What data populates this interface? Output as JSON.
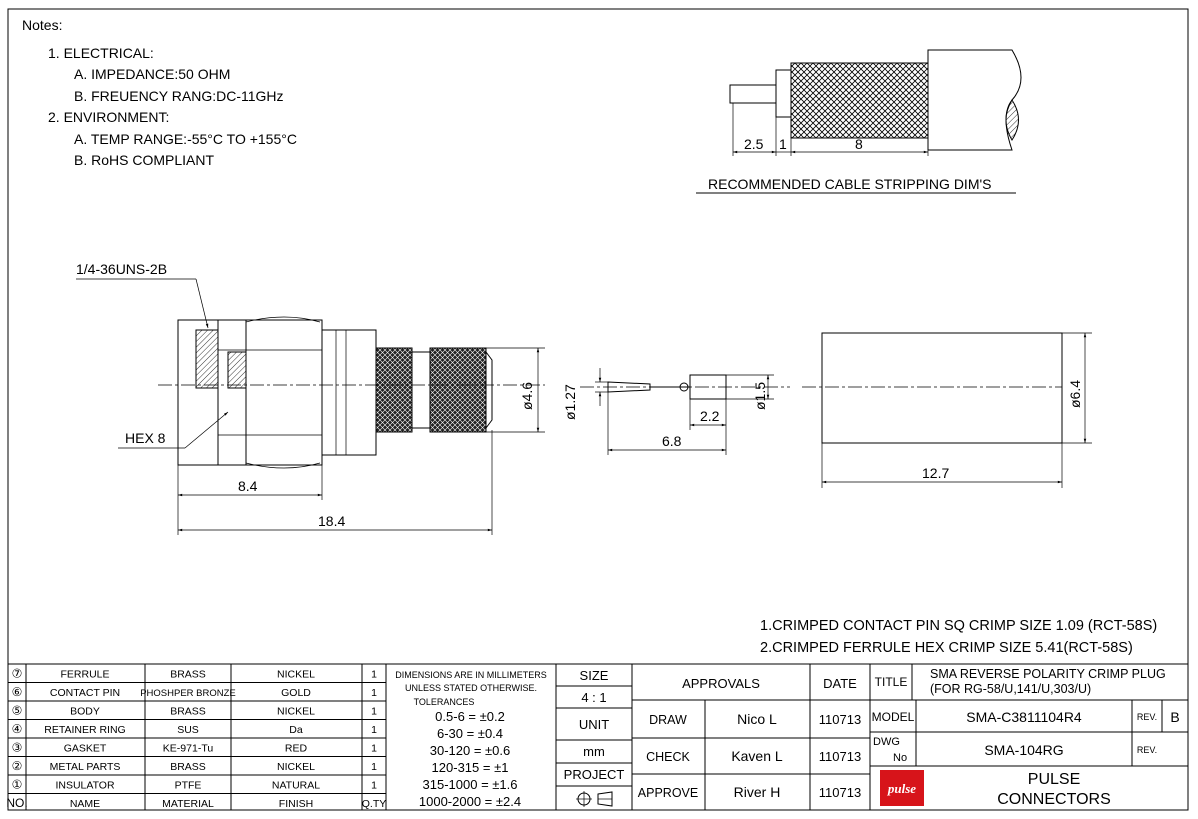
{
  "notes": {
    "heading": "Notes:",
    "lines": [
      "1. ELECTRICAL:",
      "A. IMPEDANCE:50 OHM",
      "B. FREUENCY RANG:DC-11GHz",
      "2. ENVIRONMENT:",
      "A. TEMP RANGE:-55°C TO +155°C",
      "B. RoHS COMPLIANT"
    ]
  },
  "stripping": {
    "title": "RECOMMENDED CABLE STRIPPING DIM'S",
    "dims": [
      "2.5",
      "1",
      "8"
    ]
  },
  "connector": {
    "thread": "1/4-36UNS-2B",
    "hex": "HEX 8",
    "dia": "ø4.6",
    "len1": "8.4",
    "len2": "18.4"
  },
  "pin": {
    "dia1": "ø1.27",
    "dia2": "ø1.5",
    "len1": "2.2",
    "len2": "6.8"
  },
  "ferrule": {
    "dia": "ø6.4",
    "len": "12.7"
  },
  "crimp_notes": [
    "1.CRIMPED CONTACT PIN SQ CRIMP SIZE 1.09 (RCT-58S)",
    "2.CRIMPED FERRULE HEX CRIMP SIZE 5.41(RCT-58S)"
  ],
  "bom": {
    "rows": [
      {
        "no": "⑦",
        "name": "FERRULE",
        "material": "BRASS",
        "finish": "NICKEL",
        "qty": "1"
      },
      {
        "no": "⑥",
        "name": "CONTACT PIN",
        "material": "PHOSHPER BRONZE",
        "finish": "GOLD",
        "qty": "1"
      },
      {
        "no": "⑤",
        "name": "BODY",
        "material": "BRASS",
        "finish": "NICKEL",
        "qty": "1"
      },
      {
        "no": "④",
        "name": "RETAINER RING",
        "material": "SUS",
        "finish": "Da",
        "qty": "1"
      },
      {
        "no": "③",
        "name": "GASKET",
        "material": "KE-971-Tu",
        "finish": "RED",
        "qty": "1"
      },
      {
        "no": "②",
        "name": "METAL PARTS",
        "material": "BRASS",
        "finish": "NICKEL",
        "qty": "1"
      },
      {
        "no": "①",
        "name": "INSULATOR",
        "material": "PTFE",
        "finish": "NATURAL",
        "qty": "1"
      }
    ],
    "header": {
      "no": "NO.",
      "name": "NAME",
      "material": "MATERIAL",
      "finish": "FINISH",
      "qty": "Q.TY"
    }
  },
  "tolerances": {
    "line1": "DIMENSIONS ARE IN MILLIMETERS",
    "line2": "UNLESS STATED OTHERWISE.",
    "line3": "TOLERANCES",
    "rows": [
      "0.5-6 = ±0.2",
      "6-30 = ±0.4",
      "30-120 = ±0.6",
      "120-315 = ±1",
      "315-1000 = ±1.6",
      "1000-2000 = ±2.4"
    ]
  },
  "titleblock": {
    "size_label": "SIZE",
    "size_value": "4 : 1",
    "unit_label": "UNIT",
    "unit_value": "mm",
    "project_label": "PROJECT",
    "approvals_label": "APPROVALS",
    "date_label": "DATE",
    "draw_label": "DRAW",
    "draw_name": "Nico L",
    "draw_date": "110713",
    "check_label": "CHECK",
    "check_name": "Kaven L",
    "check_date": "110713",
    "approve_label": "APPROVE",
    "approve_name": "River H",
    "approve_date": "110713",
    "title_label": "TITLE",
    "title_line1": "SMA REVERSE POLARITY CRIMP PLUG",
    "title_line2": "(FOR RG-58/U,141/U,303/U)",
    "model_label": "MODEL",
    "model_value": "SMA-C3811104R4",
    "rev_label": "REV.",
    "rev_value": "B",
    "dwg_label": "DWG",
    "dwg_no_label": "No",
    "dwg_value": "SMA-104RG",
    "rev2_label": "REV.",
    "logo_text": "pulse",
    "company_line1": "PULSE",
    "company_line2": "CONNECTORS"
  },
  "colors": {
    "logo_red": "#d7141a"
  }
}
